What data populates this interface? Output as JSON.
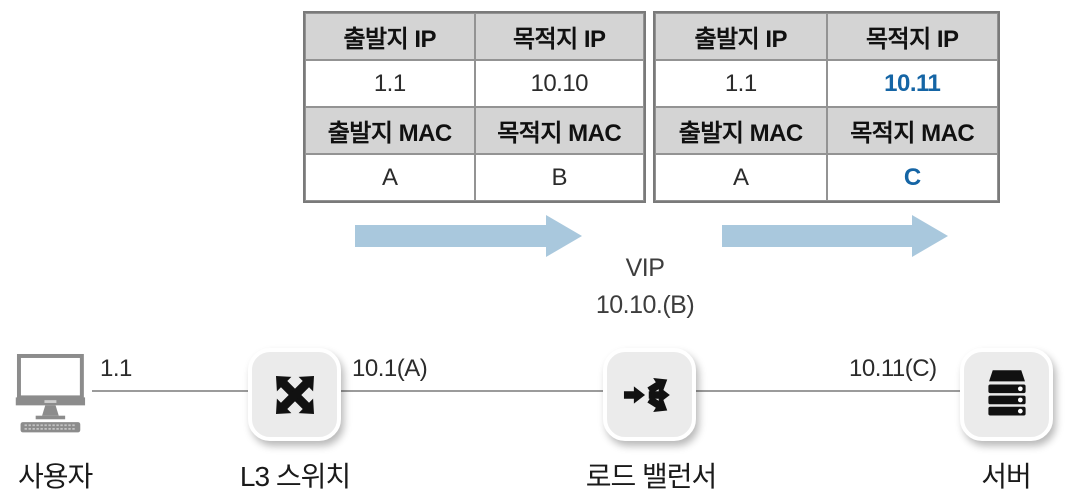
{
  "colors": {
    "highlight_blue": "#1565a5",
    "arrow_blue": "#a9c8dd",
    "table_header_bg": "#d4d4d4",
    "table_border": "#7a7a7a",
    "icon_gray": "#8c8c8c",
    "icon_black": "#111111"
  },
  "packet_tables": {
    "before": {
      "rows": [
        {
          "cells": [
            "출발지 IP",
            "목적지 IP"
          ]
        },
        {
          "cells": [
            "1.1",
            "10.10"
          ]
        },
        {
          "cells": [
            "출발지 MAC",
            "목적지 MAC"
          ]
        },
        {
          "cells": [
            "A",
            "B"
          ]
        }
      ]
    },
    "after": {
      "rows": [
        {
          "cells": [
            "출발지 IP",
            "목적지 IP"
          ]
        },
        {
          "cells": [
            "1.1",
            "10.11"
          ]
        },
        {
          "cells": [
            "출발지 MAC",
            "목적지 MAC"
          ]
        },
        {
          "cells": [
            "A",
            "C"
          ]
        }
      ]
    }
  },
  "vip": {
    "line1": "VIP",
    "line2": "10.10.(B)"
  },
  "links": [
    {
      "label": "1.1"
    },
    {
      "label": "10.1(A)"
    },
    {
      "label": "10.11(C)"
    }
  ],
  "nodes": [
    {
      "id": "user",
      "label": "사용자"
    },
    {
      "id": "l3-switch",
      "label": "L3 스위치"
    },
    {
      "id": "load-balancer",
      "label": "로드 밸런서"
    },
    {
      "id": "server",
      "label": "서버"
    }
  ]
}
